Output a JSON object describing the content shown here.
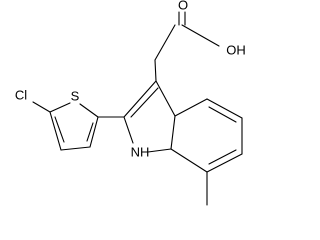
{
  "atoms": {
    "carbonyl_oxygen": "O",
    "hydroxyl": "OH",
    "chlorine": "Cl",
    "sulfur": "S",
    "indole_nh": "NH"
  }
}
